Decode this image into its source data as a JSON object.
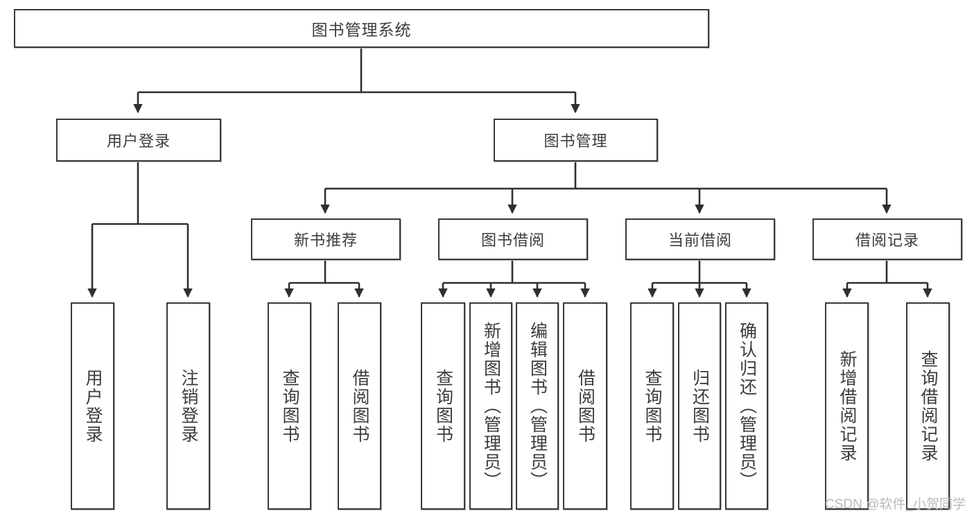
{
  "diagram": {
    "type": "tree",
    "title": "图书管理系统",
    "root": {
      "label": "图书管理系统"
    },
    "level2": [
      {
        "label": "用户登录"
      },
      {
        "label": "图书管理"
      }
    ],
    "level3": [
      {
        "label": "新书推荐"
      },
      {
        "label": "图书借阅"
      },
      {
        "label": "当前借阅"
      },
      {
        "label": "借阅记录"
      }
    ],
    "leaves": {
      "user_login": [
        {
          "label": "用户登录"
        },
        {
          "label": "注销登录"
        }
      ],
      "new_book": [
        {
          "label": "查询图书"
        },
        {
          "label": "借阅图书"
        }
      ],
      "book_borrow": [
        {
          "label": "查询图书"
        },
        {
          "label": "新增图书（管理员）"
        },
        {
          "label": "编辑图书（管理员）"
        },
        {
          "label": "借阅图书"
        }
      ],
      "current_borrow": [
        {
          "label": "查询图书"
        },
        {
          "label": "归还图书"
        },
        {
          "label": "确认归还（管理员）"
        }
      ],
      "borrow_record": [
        {
          "label": "新增借阅记录"
        },
        {
          "label": "查询借阅记录"
        }
      ]
    }
  },
  "watermark": {
    "text": "CSDN @软件_小贺同学"
  },
  "colors": {
    "box_border": "#3a3a3a",
    "text": "#3c3c3c",
    "connector": "#2f2f2f",
    "background": "#ffffff",
    "watermark": "#b9b9b9"
  }
}
